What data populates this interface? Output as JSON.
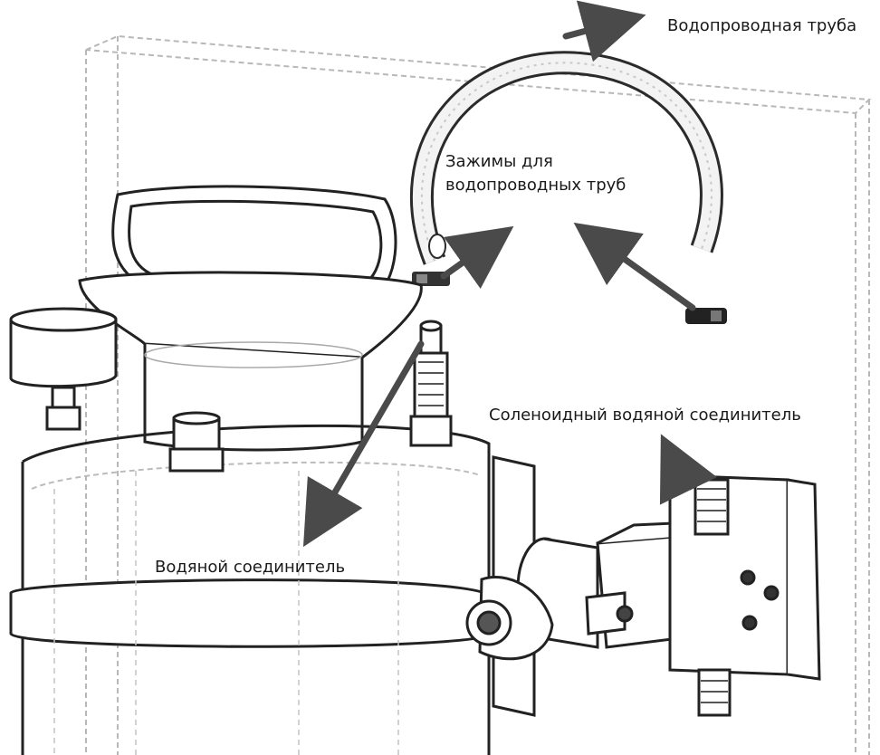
{
  "labels": {
    "water_pipe": "Водопроводная труба",
    "pipe_clamps_line1": "Зажимы для",
    "pipe_clamps_line2": "водопроводных труб",
    "solenoid_connector": "Соленоидный водяной соединитель",
    "water_connector": "Водяной соединитель"
  },
  "colors": {
    "arrow": "#4a4a4a",
    "outline": "#333333",
    "ghost": "#b8b8b8"
  }
}
